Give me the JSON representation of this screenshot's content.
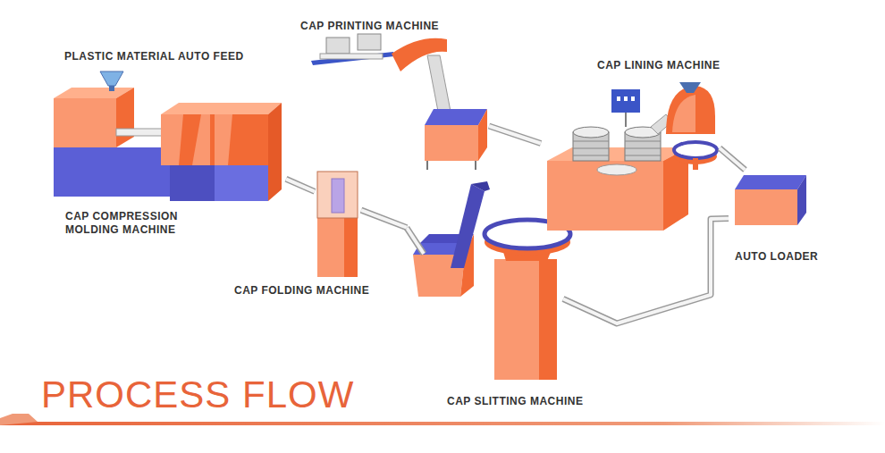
{
  "diagram": {
    "title": "PROCESS FLOW",
    "nodes": [
      {
        "text": [
          "CAP COMPRESSION MOLDING MACHINE"
        ]
      },
      {
        "text": [
          "CAP FOLDING MACHINE"
        ]
      },
      {
        "text": [
          "CAP SLITTING MACHINE"
        ]
      },
      {
        "text": [
          "CAP PRINTING MACHINE"
        ]
      },
      {
        "text": [
          "CAP LINING MACHINE"
        ]
      },
      {
        "text": [
          "AUTO LOADER"
        ]
      }
    ],
    "edges": [
      {
        "from": 0,
        "to": 1,
        "arrow": "none"
      },
      {
        "from": 1,
        "to": 2,
        "arrow": "none"
      },
      {
        "from": 2,
        "to": 5,
        "arrow": "none"
      },
      {
        "from": 5,
        "to": 4,
        "arrow": "none"
      },
      {
        "from": 3,
        "to": 4,
        "arrow": "none"
      }
    ],
    "labels": [
      "PLASTIC MATERIAL AUTO FEED"
    ]
  }
}
